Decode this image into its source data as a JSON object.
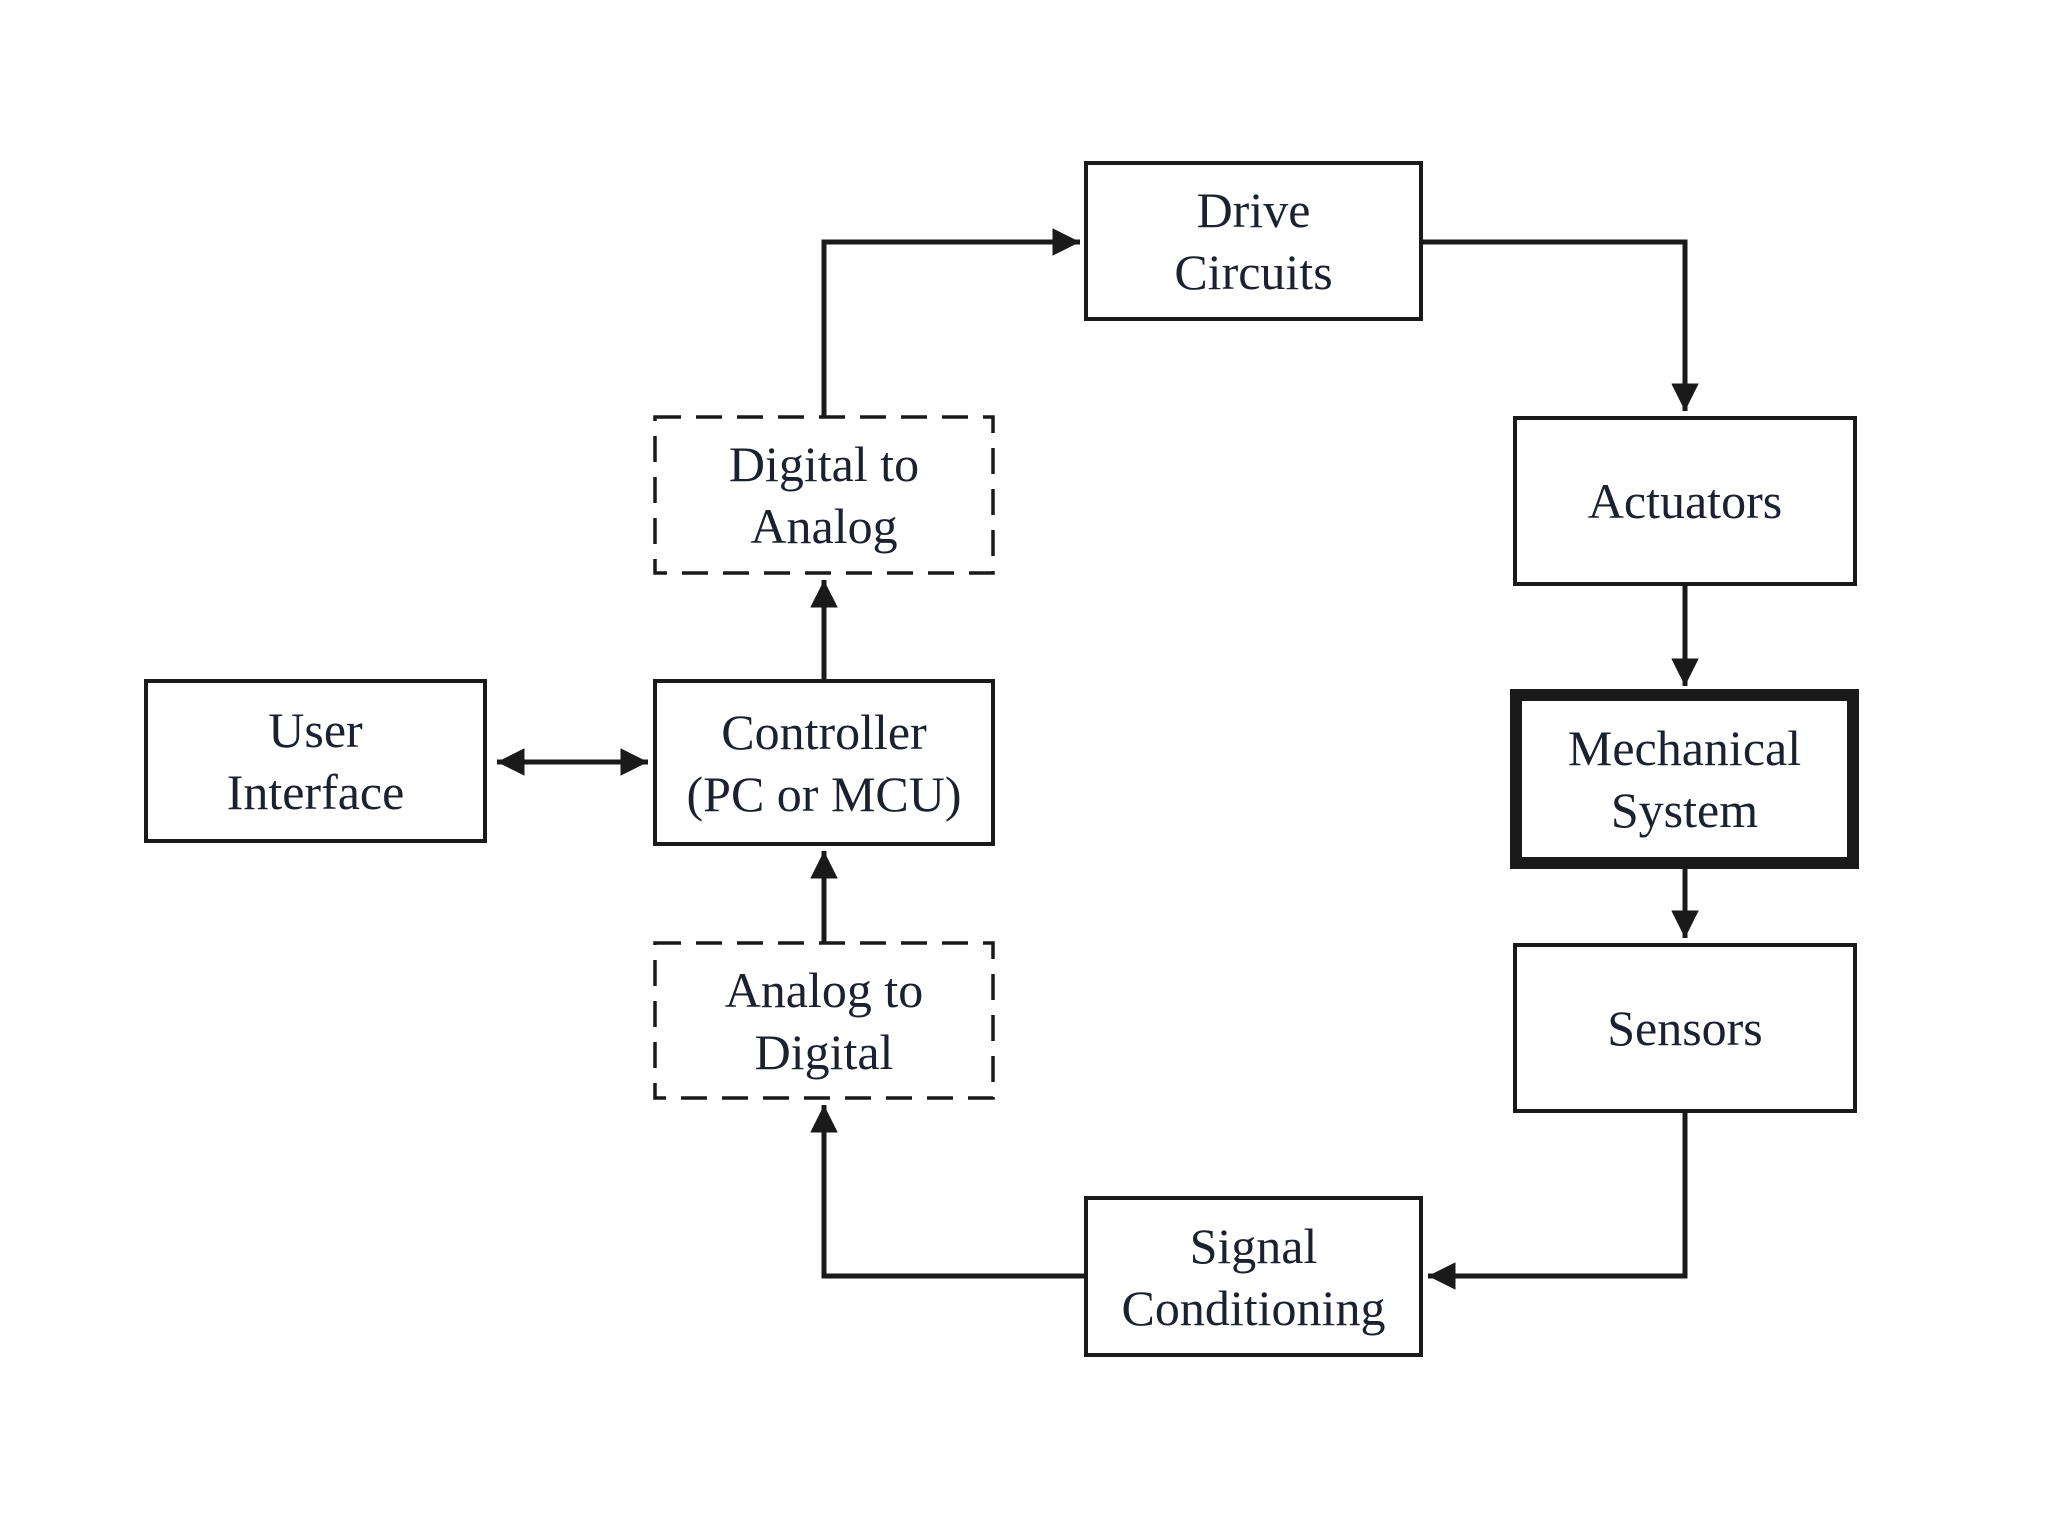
{
  "diagram": {
    "type": "block-diagram",
    "description": "Closed-loop mechatronic control system block diagram",
    "colors": {
      "background": "#ffffff",
      "line": "#1a1a1a",
      "text": "#1c2130"
    },
    "nodes": {
      "drive_circuits": {
        "label": "Drive\nCircuits",
        "border": "solid"
      },
      "actuators": {
        "label": "Actuators",
        "border": "solid"
      },
      "mechanical_system": {
        "label": "Mechanical\nSystem",
        "border": "thick"
      },
      "sensors": {
        "label": "Sensors",
        "border": "solid"
      },
      "signal_conditioning": {
        "label": "Signal\nConditioning",
        "border": "solid"
      },
      "analog_to_digital": {
        "label": "Analog to\nDigital",
        "border": "dashed"
      },
      "controller": {
        "label": "Controller\n(PC or MCU)",
        "border": "solid"
      },
      "digital_to_analog": {
        "label": "Digital to\nAnalog",
        "border": "dashed"
      },
      "user_interface": {
        "label": "User\nInterface",
        "border": "solid"
      }
    },
    "connections": [
      {
        "from": "digital_to_analog",
        "to": "drive_circuits",
        "type": "arrow"
      },
      {
        "from": "drive_circuits",
        "to": "actuators",
        "type": "arrow"
      },
      {
        "from": "actuators",
        "to": "mechanical_system",
        "type": "arrow"
      },
      {
        "from": "mechanical_system",
        "to": "sensors",
        "type": "arrow"
      },
      {
        "from": "sensors",
        "to": "signal_conditioning",
        "type": "arrow"
      },
      {
        "from": "signal_conditioning",
        "to": "analog_to_digital",
        "type": "arrow"
      },
      {
        "from": "analog_to_digital",
        "to": "controller",
        "type": "arrow"
      },
      {
        "from": "controller",
        "to": "digital_to_analog",
        "type": "arrow"
      },
      {
        "from": "user_interface",
        "to": "controller",
        "type": "double_arrow"
      }
    ]
  }
}
